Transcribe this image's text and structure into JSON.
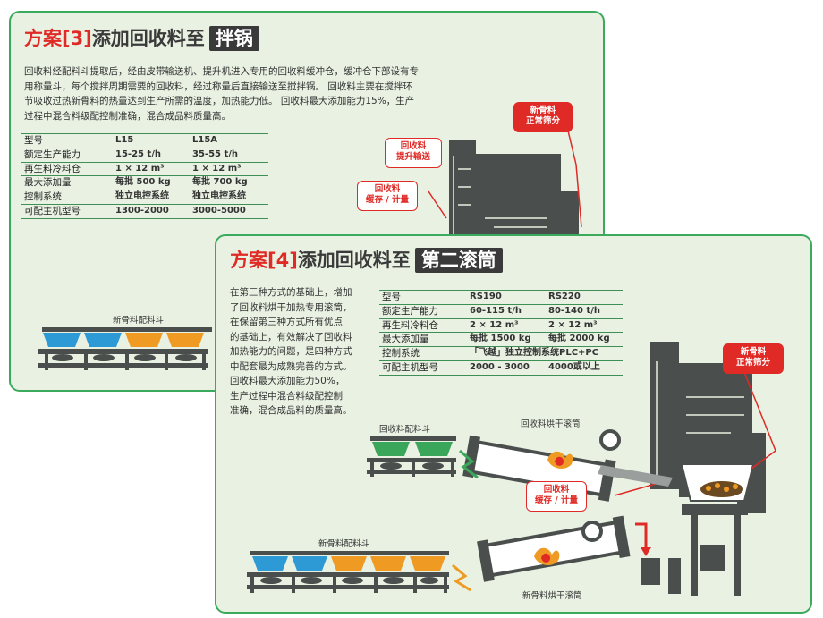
{
  "card3": {
    "title_prefix": "方案[3]",
    "title_main": "添加回收料至",
    "title_box": "拌锅",
    "para_lines": [
      "回收料经配料斗提取后，经由皮带输送机、提升机进入专用的回收料缓冲仓，缓冲仓下部设有专",
      "用称量斗，每个搅拌周期需要的回收料，经过称量后直接输送至搅拌锅。  回收料主要在搅拌环",
      "节吸收过热新骨料的热量达到生产所需的温度，加热能力低。  回收料最大添加能力15%，生产",
      "过程中混合料级配控制准确，混合成品料质量高。"
    ],
    "table": [
      [
        "型号",
        "L15",
        "L15A"
      ],
      [
        "额定生产能力",
        "15-25 t/h",
        "35-55 t/h"
      ],
      [
        "再生料冷料仓",
        "1 × 12 m³",
        "1 × 12 m³"
      ],
      [
        "最大添加量",
        "每批 500 kg",
        "每批 700 kg"
      ],
      [
        "控制系统",
        "独立电控系统",
        "独立电控系统"
      ],
      [
        "可配主机型号",
        "1300-2000",
        "3000-5000"
      ]
    ],
    "callouts": {
      "lift": [
        "回收料",
        "提升输送"
      ],
      "buffer": [
        "回收料",
        "缓存 / 计量"
      ],
      "screen": [
        "新骨料",
        "正常筛分"
      ]
    },
    "label_feeder": "新骨料配料斗"
  },
  "card4": {
    "title_prefix": "方案[4]",
    "title_main": "添加回收料至",
    "title_box": "第二滚筒",
    "para_lines": [
      "在第三种方式的基础上，增加",
      "了回收料烘干加热专用滚筒，",
      "在保留第三种方式所有优点",
      "的基础上，有效解决了回收料",
      "加热能力的问题，是四种方式",
      "中配套最为成熟完善的方式。",
      "回收料最大添加能力50%，",
      "生产过程中混合料级配控制",
      "准确，混合成品料的质量高。"
    ],
    "table": [
      [
        "型号",
        "RS190",
        "RS220"
      ],
      [
        "额定生产能力",
        "60-115 t/h",
        "80-140 t/h"
      ],
      [
        "再生料冷料仓",
        "2 × 12 m³",
        "2 × 12 m³"
      ],
      [
        "最大添加量",
        "每批 1500 kg",
        "每批 2000 kg"
      ],
      [
        "控制系统",
        "「飞越」独立控制系统PLC+PC",
        ""
      ],
      [
        "可配主机型号",
        "2000 - 3000",
        "4000或以上"
      ]
    ],
    "callouts": {
      "screen": [
        "新骨料",
        "正常筛分"
      ],
      "buffer": [
        "回收料",
        "缓存 / 计量"
      ]
    },
    "labels": {
      "rap_feeder": "回收料配料斗",
      "rap_dryer": "回收料烘干滚筒",
      "new_feeder": "新骨料配料斗",
      "new_dryer": "新骨料烘干滚筒"
    }
  },
  "colors": {
    "border_green": "#3caa5c",
    "card_bg": "#e8f1e2",
    "accent_red": "#e02a26",
    "machine_dark": "#4a4f4d",
    "bin_blue": "#2d9ad6",
    "bin_orange": "#ef9a22",
    "bin_green": "#3aa65a"
  }
}
